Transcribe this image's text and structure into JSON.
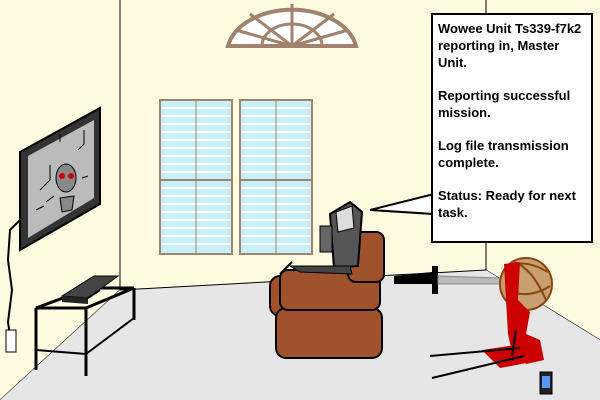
{
  "speech_bubble": {
    "line1": "Wowee Unit Ts339-f7k2 reporting in, Master Unit.",
    "line2": "Reporting successful mission.",
    "line3": "Log file transmission complete.",
    "line4": "Status: Ready for next task."
  },
  "colors": {
    "wall": "#fffbe0",
    "floor": "#e6e6e6",
    "window_blinds": "#c8f0fa",
    "window_frame": "#a0826d",
    "sofa": "#a0522d",
    "blood": "#cc0000",
    "outline": "#000000"
  },
  "icons": {
    "tv": "flat-screen-tv",
    "console": "game-console",
    "robot": "robot-head",
    "phone": "cell-phone",
    "sword": "sword"
  }
}
